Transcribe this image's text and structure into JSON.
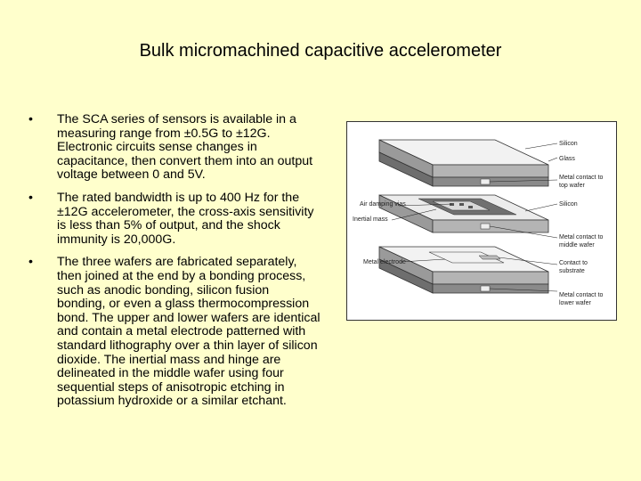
{
  "slide": {
    "title": "Bulk micromachined capacitive accelerometer",
    "bullets": [
      "The SCA series of sensors is available in a measuring range from ±0.5G to ±12G. Electronic circuits sense changes in capacitance, then convert them into an output voltage between 0 and 5V.",
      "The rated bandwidth is up to 400 Hz for the ±12G accelerometer, the cross-axis sensitivity is less than 5% of output, and the shock immunity is 20,000G.",
      "The three wafers are fabricated separately, then joined at the end by a bonding process, such as anodic bonding, silicon fusion bonding, or even a glass thermocompression bond. The upper and lower wafers are identical and contain a metal electrode patterned with standard lithography over a thin layer of silicon dioxide. The inertial mass and hinge are delineated in the middle wafer using four sequential steps of anisotropic etching in potassium hydroxide or a similar etchant."
    ],
    "bullet_symbol": "•"
  },
  "figure": {
    "labels": {
      "silicon_top": "Silicon",
      "glass": "Glass",
      "metal_top_1": "Metal contact to",
      "metal_top_2": "top wafer",
      "air_damping": "Air damping vias",
      "inertial_mass": "Inertial mass",
      "silicon_mid": "Silicon",
      "metal_mid_1": "Metal contact to",
      "metal_mid_2": "middle wafer",
      "metal_electrode": "Metal electrode",
      "contact_sub_1": "Contact to",
      "contact_sub_2": "substrate",
      "metal_low_1": "Metal contact to",
      "metal_low_2": "lower wafer"
    }
  }
}
